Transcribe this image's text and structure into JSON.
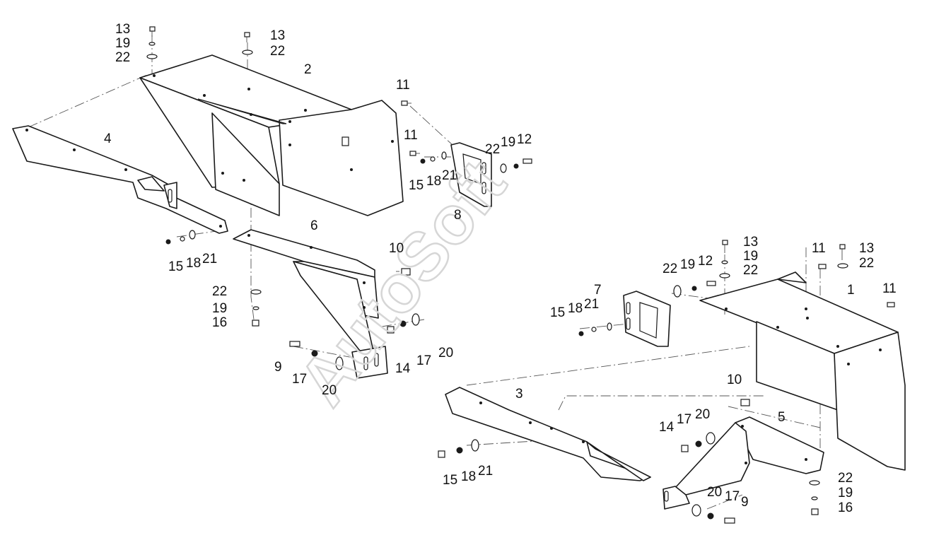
{
  "watermark": "AutoSoft",
  "callouts": {
    "c1": "1",
    "c2": "2",
    "c3": "3",
    "c4": "4",
    "c5": "5",
    "c6": "6",
    "c7": "7",
    "c8": "8",
    "c9": "9",
    "c10": "10",
    "c11": "11",
    "c12": "12",
    "c13": "13",
    "c14": "14",
    "c15": "15",
    "c16": "16",
    "c17": "17",
    "c18": "18",
    "c19": "19",
    "c20": "20",
    "c21": "21",
    "c22": "22"
  }
}
